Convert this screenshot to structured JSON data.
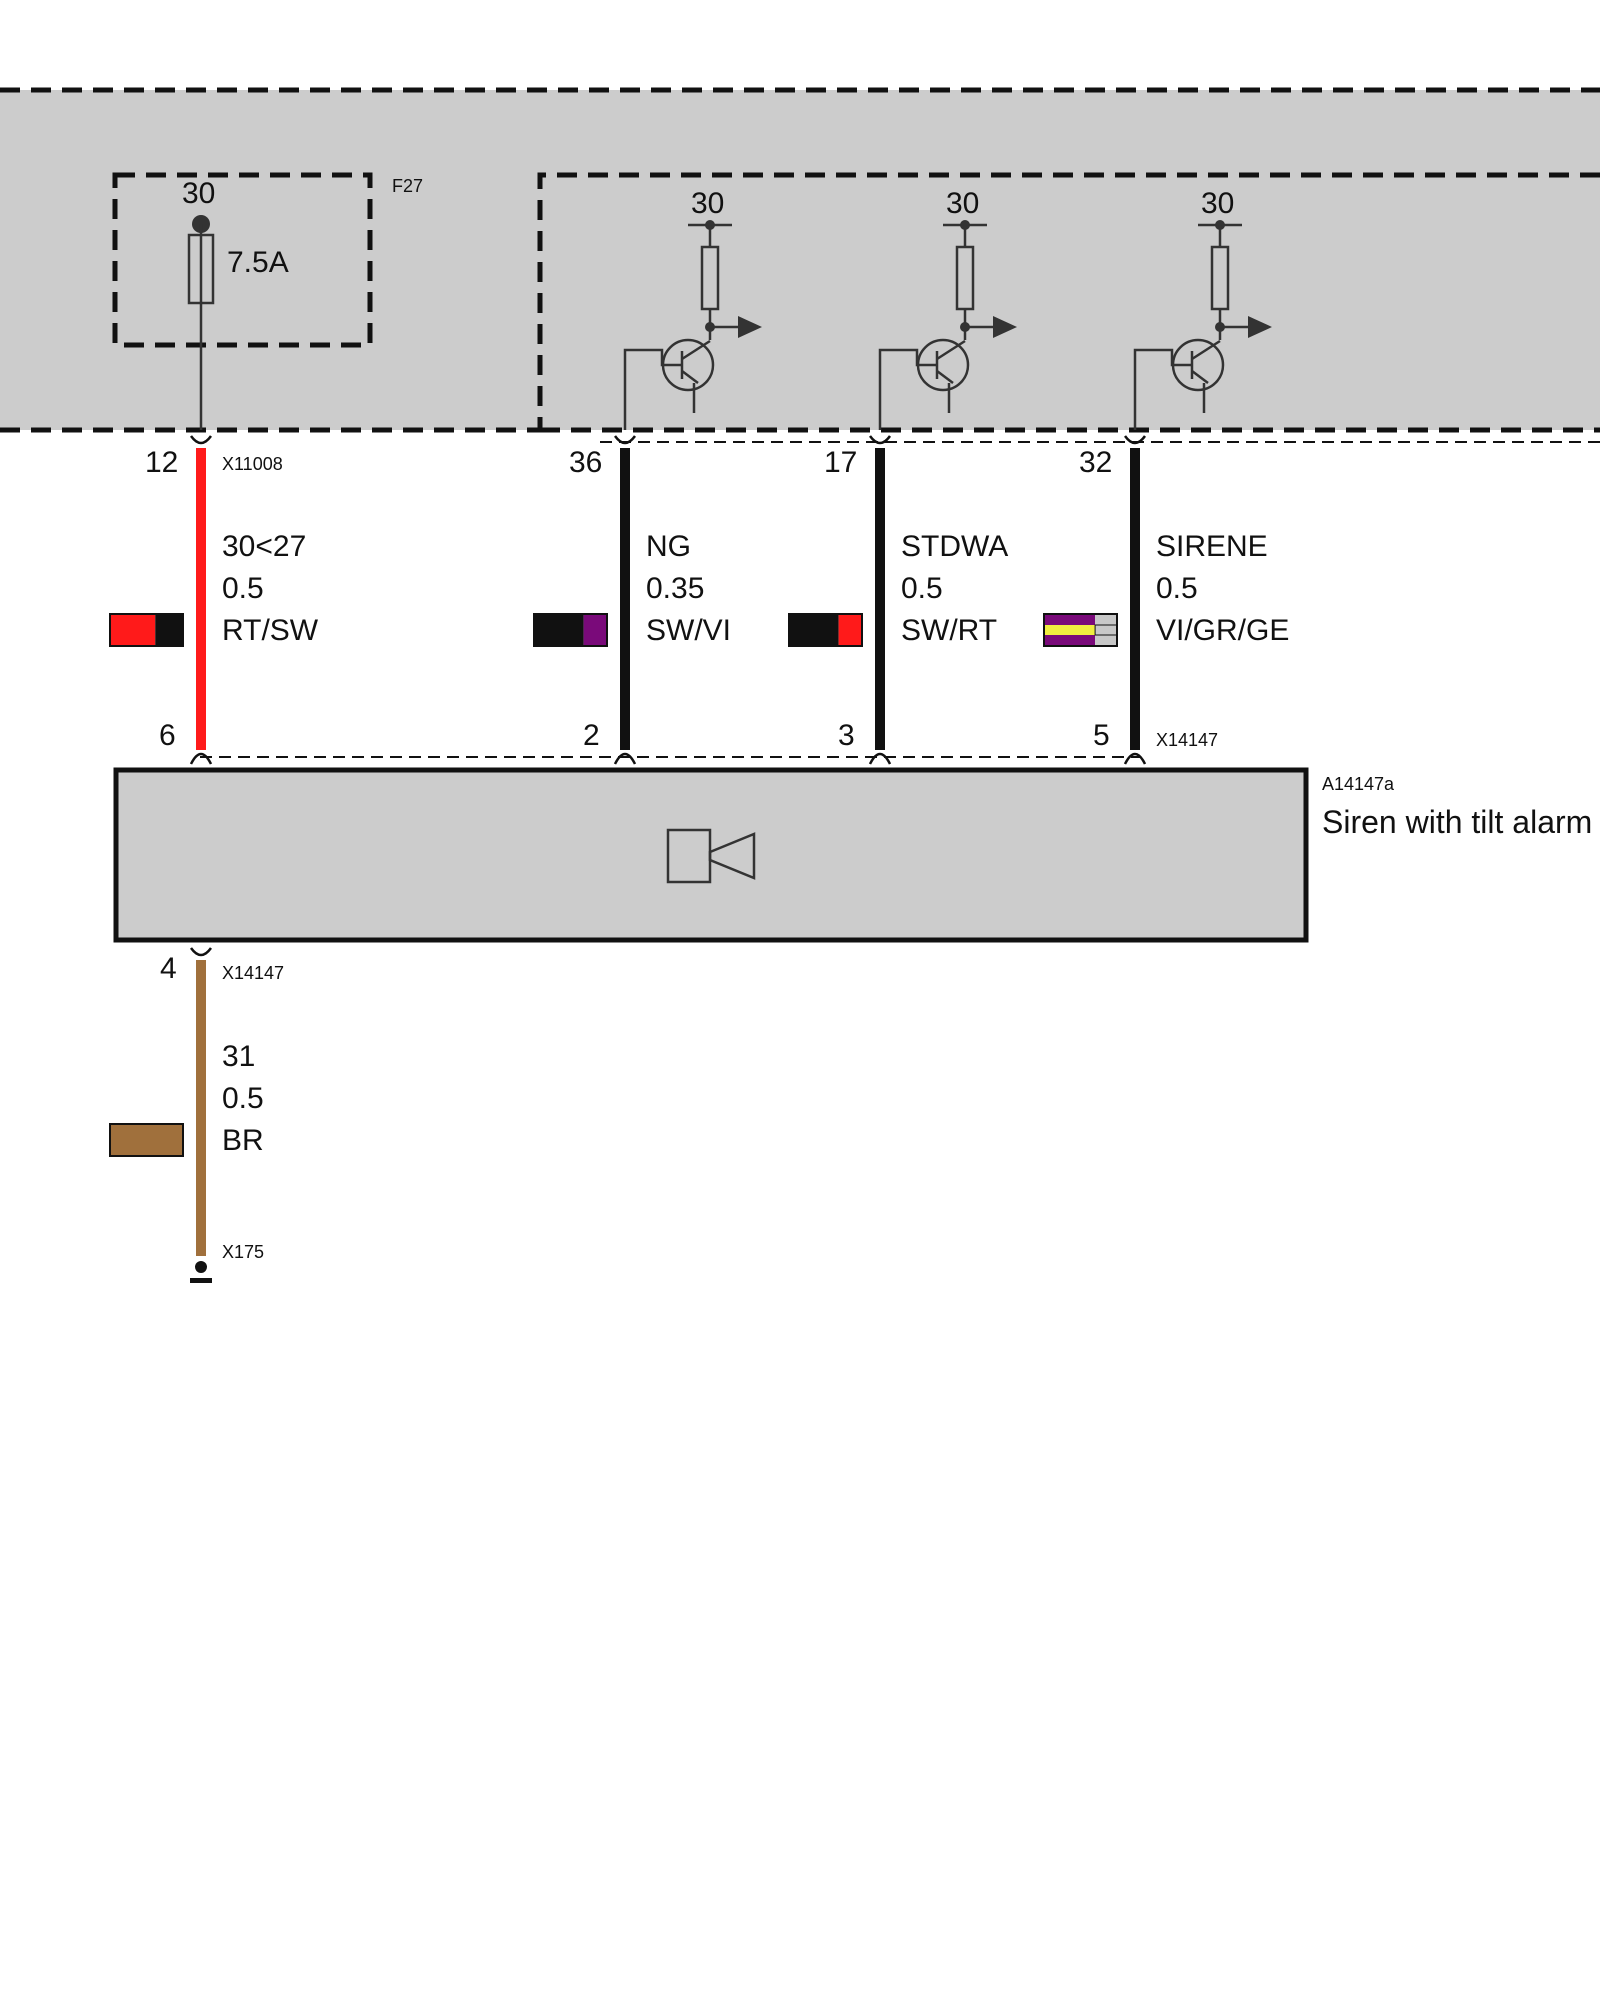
{
  "colors": {
    "module_fill": "#cccccc",
    "wire_red": "#ff1a1a",
    "wire_black": "#111111",
    "wire_brown": "#a0703c",
    "violet": "#7a0a7a",
    "yellow": "#f0ee40",
    "grey": "#c8c8c8"
  },
  "control_unit": {
    "fuse": {
      "id": "F27",
      "terminal": "30",
      "rating": "7.5A"
    },
    "transistors": [
      {
        "terminal": "30"
      },
      {
        "terminal": "30"
      },
      {
        "terminal": "30"
      }
    ]
  },
  "connectors": {
    "upper_left": "X11008",
    "upper_right": "X14147",
    "lower": "X14147",
    "ground": "X175"
  },
  "wires": [
    {
      "pin_top": "12",
      "pin_bottom": "6",
      "signal": "30<27",
      "size": "0.5",
      "color_code": "RT/SW"
    },
    {
      "pin_top": "36",
      "pin_bottom": "2",
      "signal": "NG",
      "size": "0.35",
      "color_code": "SW/VI"
    },
    {
      "pin_top": "17",
      "pin_bottom": "3",
      "signal": "STDWA",
      "size": "0.5",
      "color_code": "SW/RT"
    },
    {
      "pin_top": "32",
      "pin_bottom": "5",
      "signal": "SIRENE",
      "size": "0.5",
      "color_code": "VI/GR/GE"
    }
  ],
  "ground_wire": {
    "pin": "4",
    "signal": "31",
    "size": "0.5",
    "color_code": "BR"
  },
  "siren": {
    "id": "A14147a",
    "name": "Siren with tilt alarm",
    "icon": "speaker-icon"
  }
}
